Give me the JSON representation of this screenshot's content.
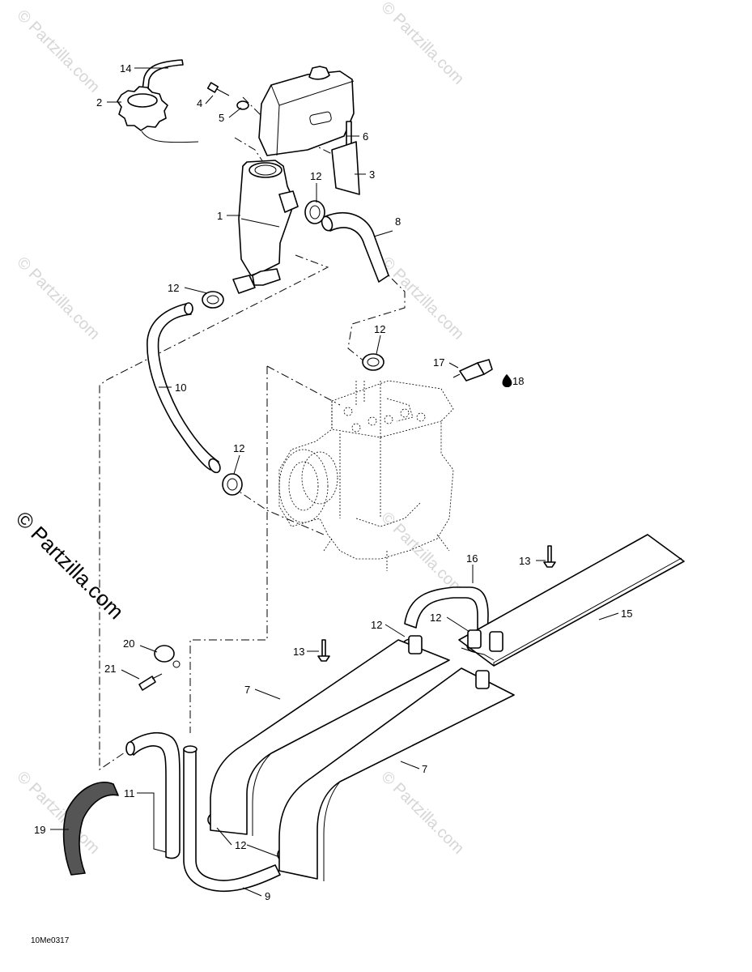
{
  "watermark": "© Partzilla.com",
  "drawing_code": "10Me0317",
  "callouts": {
    "c1": "1",
    "c2": "2",
    "c3": "3",
    "c4": "4",
    "c5": "5",
    "c6": "6",
    "c7a": "7",
    "c7b": "7",
    "c8": "8",
    "c9": "9",
    "c10": "10",
    "c11": "11",
    "c12a": "12",
    "c12b": "12",
    "c12c": "12",
    "c12d": "12",
    "c12e": "12",
    "c12f": "12",
    "c12g": "12",
    "c13a": "13",
    "c13b": "13",
    "c14": "14",
    "c15": "15",
    "c16": "16",
    "c17": "17",
    "c18": "18",
    "c19": "19",
    "c20": "20",
    "c21": "21"
  }
}
